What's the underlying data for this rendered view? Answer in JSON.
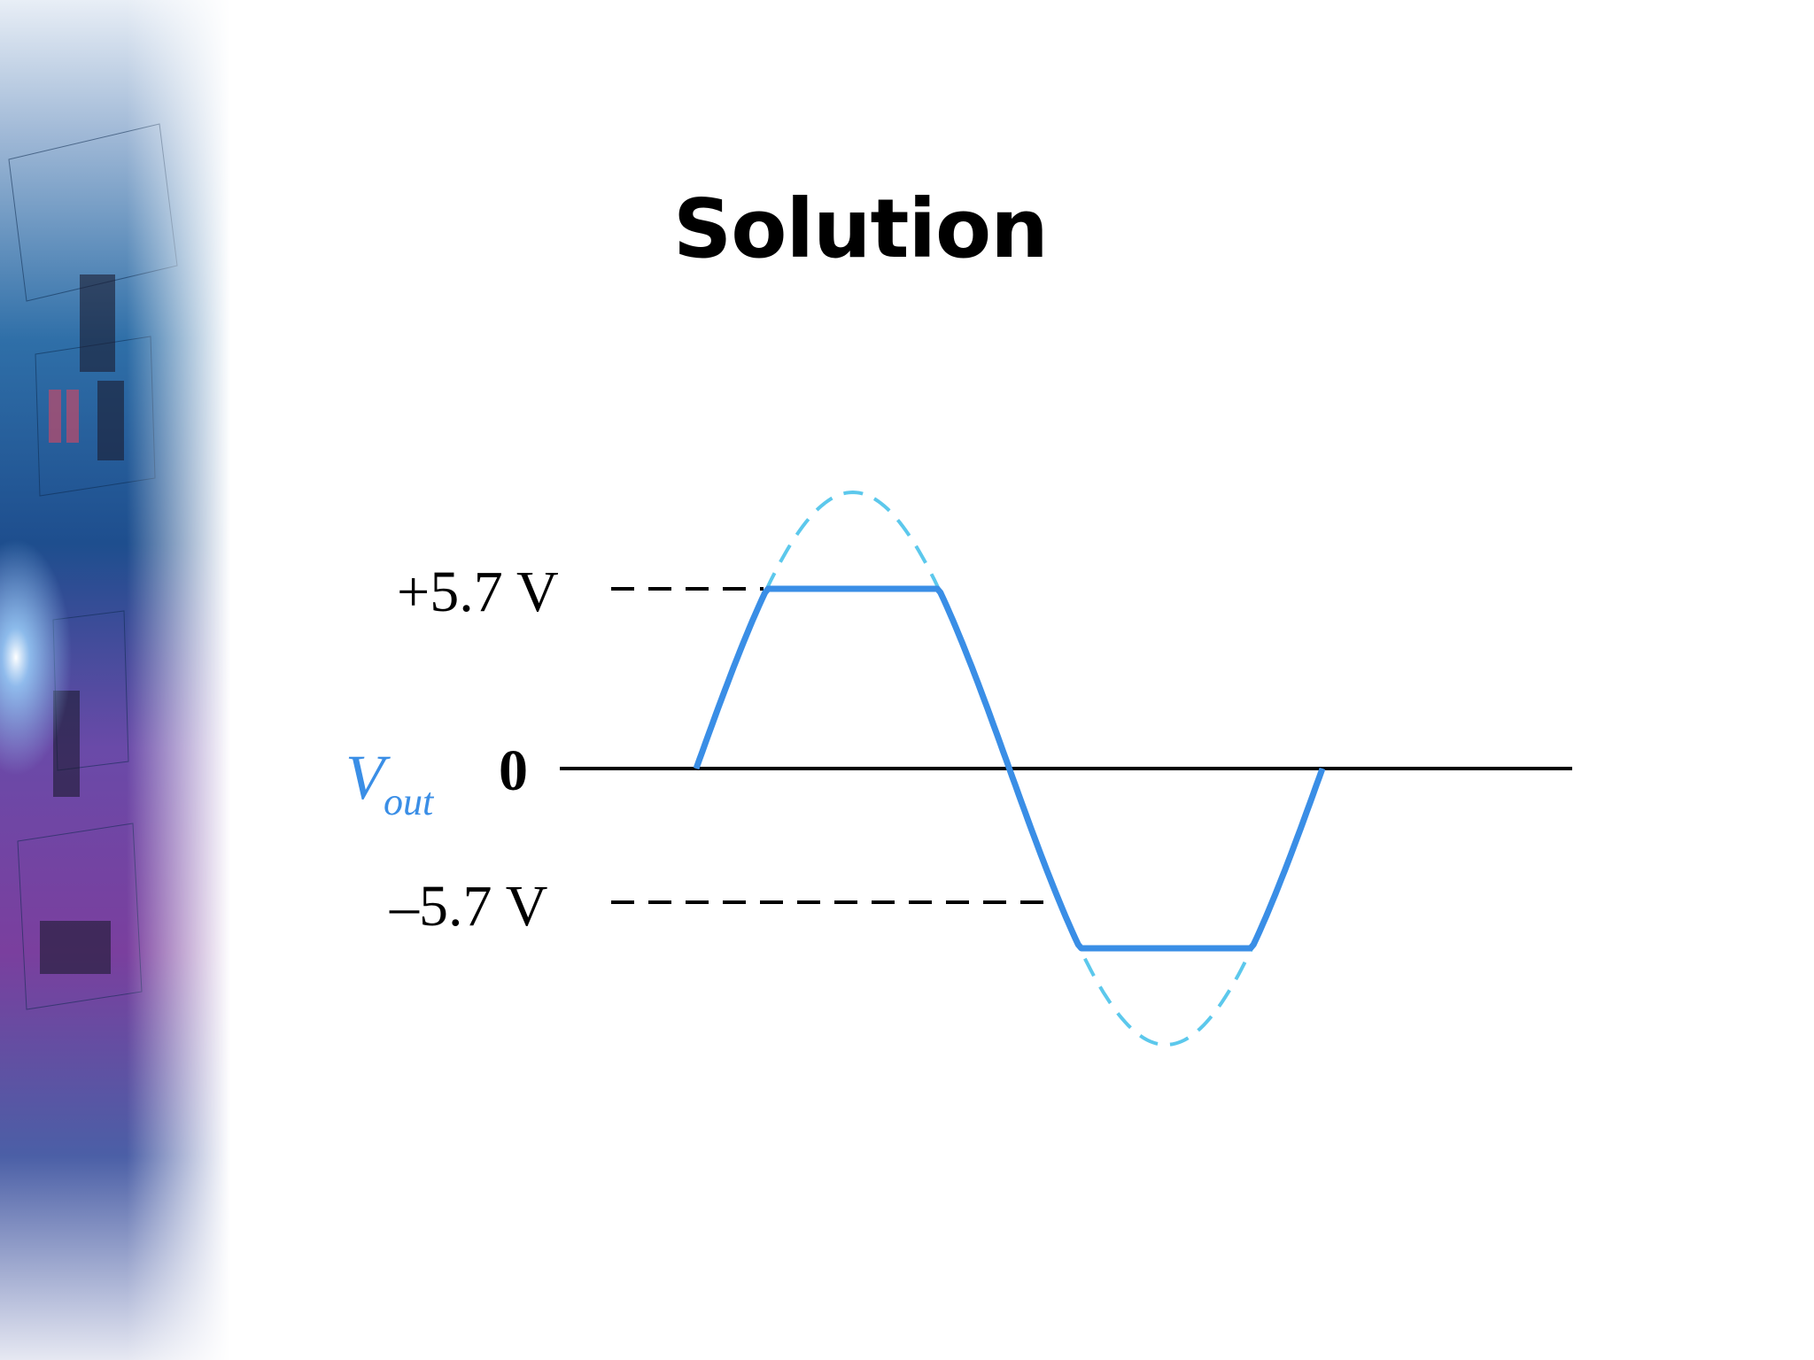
{
  "slide": {
    "title": "Solution"
  },
  "diagram": {
    "axis_label_main": "V",
    "axis_label_sub": "out",
    "zero_label": "0",
    "positive_label": "+5.7 V",
    "negative_label": "–5.7 V",
    "clip_level_volts": 5.7,
    "colors": {
      "clipped_wave": "#3a8ee6",
      "original_wave": "#5cc8ec",
      "axis_label": "#3a8ee6",
      "axis": "#000000"
    }
  }
}
